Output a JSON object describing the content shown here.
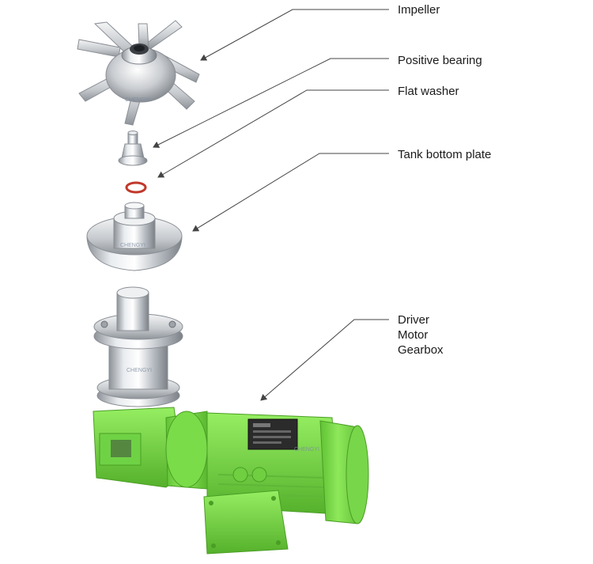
{
  "labels": {
    "impeller": "Impeller",
    "positive_bearing": "Positive bearing",
    "flat_washer": "Flat washer",
    "tank_bottom_plate": "Tank bottom plate",
    "driver_lines": [
      "Driver",
      "Motor",
      "Gearbox"
    ]
  },
  "watermark": "CHENGYI",
  "colors": {
    "steel": "#c9ccd0",
    "motor_green": "#7fe04a",
    "washer": "#c0392b",
    "leader": "#444444",
    "nameplate": "#2b2b2b"
  }
}
